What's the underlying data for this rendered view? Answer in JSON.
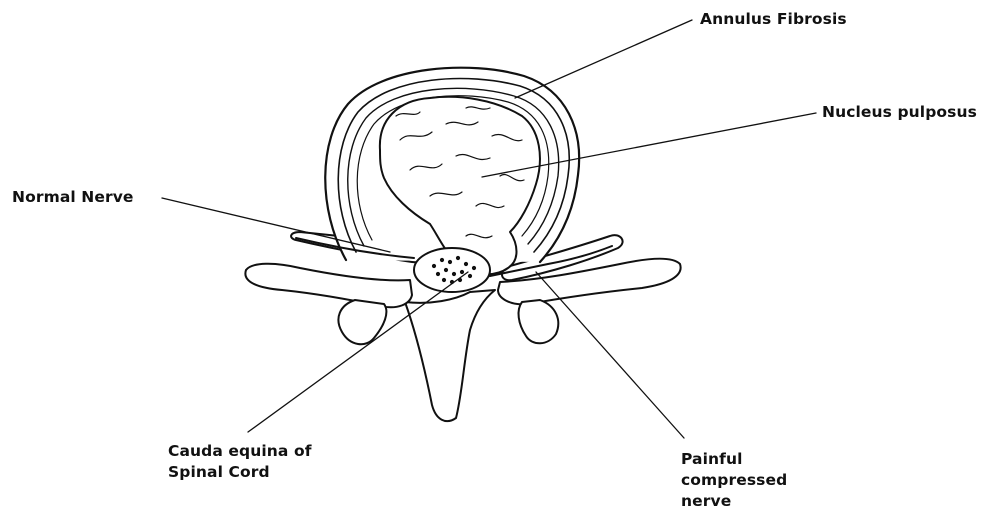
{
  "labels": {
    "annulus_fibrosis": "Annulus Fibrosis",
    "nucleus_pulposus": "Nucleus pulposus",
    "normal_nerve": "Normal Nerve",
    "cauda_equina": [
      "Cauda equina of",
      "Spinal Cord"
    ],
    "painful_nerve": [
      "Painful",
      "compressed",
      "nerve"
    ]
  },
  "colors": {
    "ink": "#111111",
    "background": "#ffffff"
  }
}
